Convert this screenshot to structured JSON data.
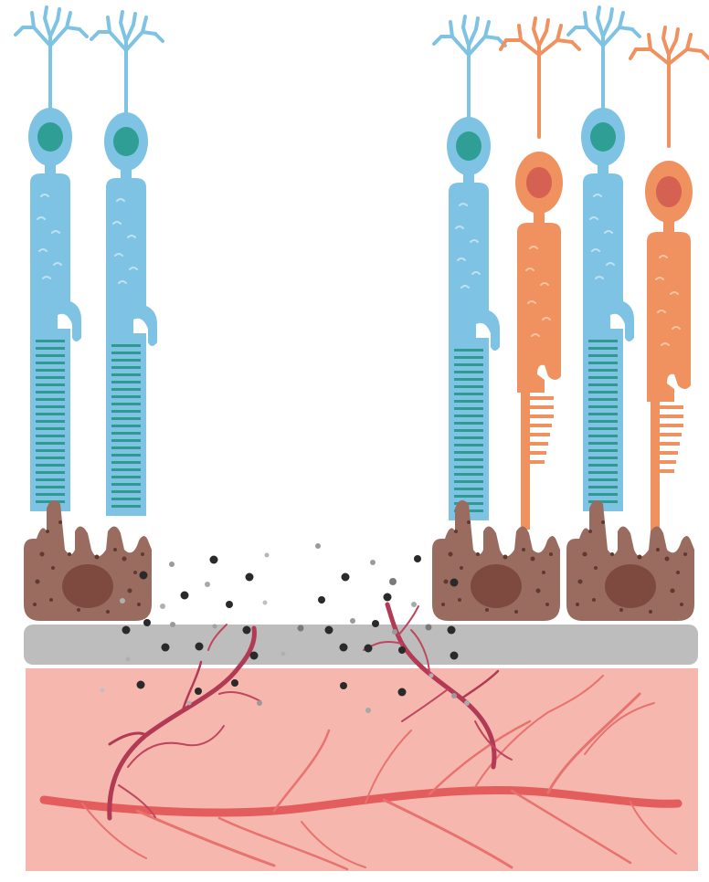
{
  "figure": {
    "labels": [],
    "colors": {
      "rod": "#7ec3e3",
      "rod_edge": "#5aa8cf",
      "rod_nucleus": "#2f9f96",
      "rod_stack": "#2e9a90",
      "cone": "#f0925f",
      "cone_edge": "#d9784a",
      "cone_nucleus": "#d56152",
      "rpe": "#9a6b5f",
      "rpe_nucleus": "#7e4a3f",
      "rpe_granule": "#5e3a31",
      "bruch_membrane": "#bdbdbd",
      "choroid": "#f6b8ae",
      "vessel_dark": "#b23a55",
      "vessel_light": "#e35d5d",
      "debris": "#2a2a2a"
    },
    "cells": [
      {
        "type": "rod",
        "group": "left"
      },
      {
        "type": "rod",
        "group": "left"
      },
      {
        "type": "rod",
        "group": "right"
      },
      {
        "type": "cone",
        "group": "right"
      },
      {
        "type": "rod",
        "group": "right"
      },
      {
        "type": "cone",
        "group": "right"
      }
    ],
    "rpe_cells": [
      {
        "group": "left"
      },
      {
        "group": "right"
      },
      {
        "group": "right"
      }
    ],
    "features": [
      "gap-in-rpe-layer",
      "debris-particles",
      "choroidal-neovascularization"
    ]
  }
}
